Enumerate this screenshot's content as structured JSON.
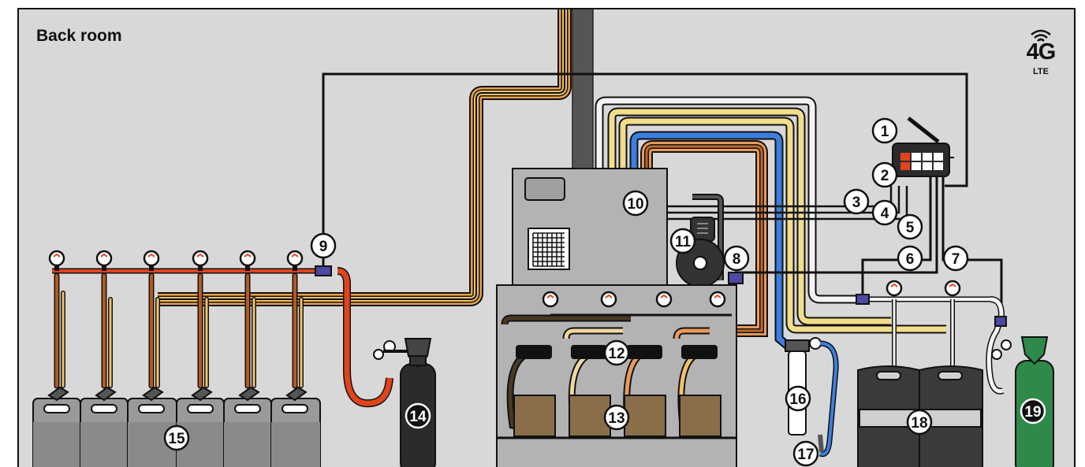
{
  "room_label": "Back room",
  "network_badge": {
    "main": "4G",
    "sub": "LTE",
    "icon": "wifi-signal-icon"
  },
  "callouts": [
    "1",
    "2",
    "3",
    "4",
    "5",
    "6",
    "7",
    "8",
    "9",
    "10",
    "11",
    "12",
    "13",
    "14",
    "15",
    "16",
    "17",
    "18",
    "19"
  ],
  "colors": {
    "background": "#d8d8d8",
    "outline": "#111111",
    "co2_line": "#e0441c",
    "water_line": "#3d7ee0",
    "gas_cylinder_dark": "#2b2b2b",
    "gas_cylinder_green": "#2e8a4a",
    "keg_grey": "#6b6b6b",
    "cooler": "#b3b3b3",
    "beer_line_gold": "#f2dd8c",
    "beer_line_amber": "#d9a24a",
    "beer_line_orange": "#e89a5a",
    "beer_line_brown": "#4a3a22"
  }
}
